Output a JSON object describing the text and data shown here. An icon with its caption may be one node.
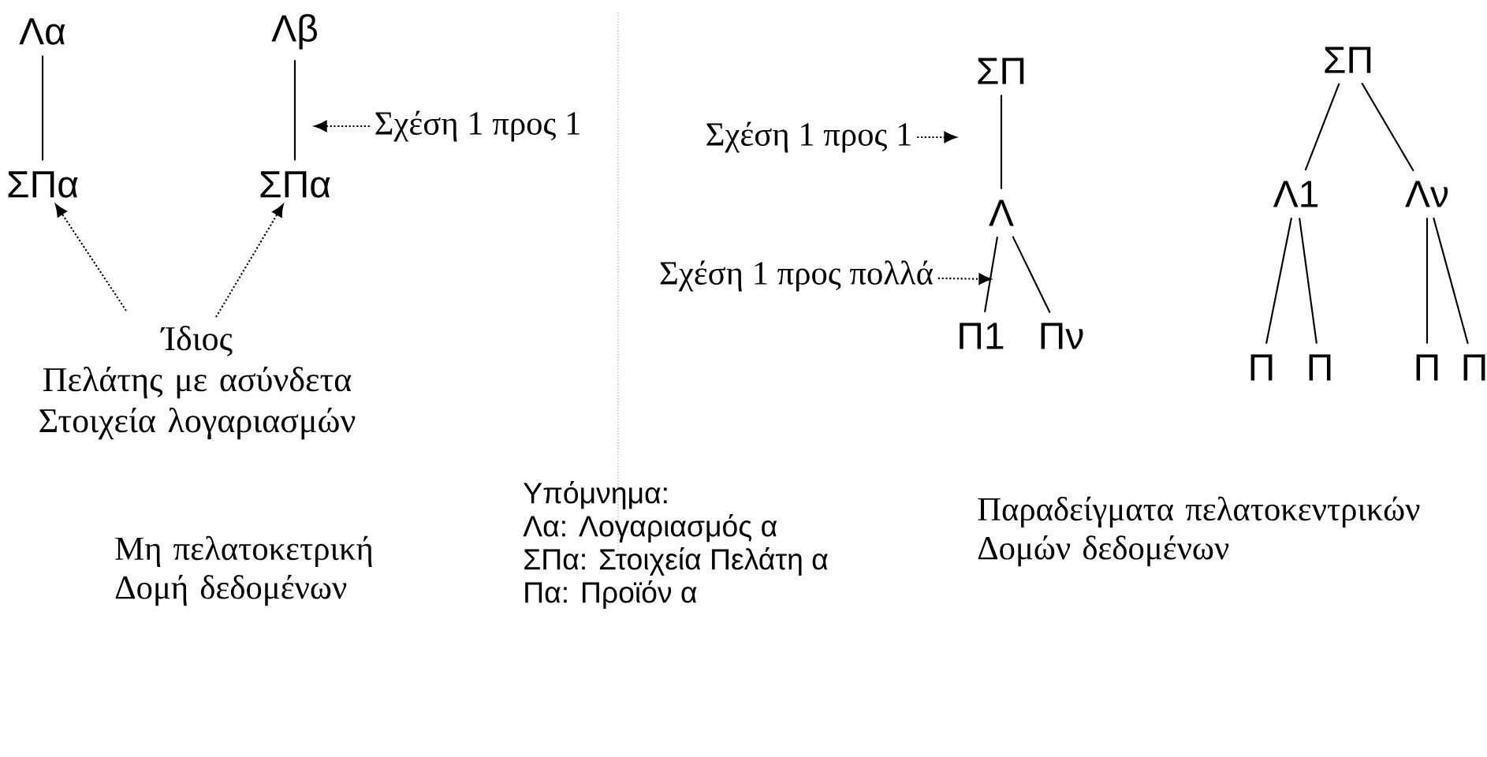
{
  "diagram": {
    "nodes": [
      {
        "text": [
          "Λα"
        ]
      },
      {
        "text": [
          "Λβ"
        ]
      },
      {
        "text": [
          "ΣΠα"
        ]
      },
      {
        "text": [
          "ΣΠα"
        ]
      },
      {
        "text": [
          "Ίδιος",
          "Πελάτης με ασύνδετα Στοιχεία λογαριασμών"
        ]
      },
      {
        "text": [
          "Σχέση 1 προς 1"
        ]
      },
      {
        "text": [
          "ΣΠ"
        ]
      },
      {
        "text": [
          "Λ"
        ]
      },
      {
        "text": [
          "Π1"
        ]
      },
      {
        "text": [
          "Πν"
        ]
      },
      {
        "text": [
          "Σχέση 1 προς 1"
        ]
      },
      {
        "text": [
          "Σχέση 1 προς πολλά"
        ]
      },
      {
        "text": [
          "ΣΠ"
        ]
      },
      {
        "text": [
          "Λ1"
        ]
      },
      {
        "text": [
          "Λν"
        ]
      },
      {
        "text": [
          "Π"
        ]
      },
      {
        "text": [
          "Π"
        ]
      },
      {
        "text": [
          "Π"
        ]
      },
      {
        "text": [
          "Π"
        ]
      }
    ],
    "edges": [
      {
        "from": 0,
        "to": 2,
        "arrow": "none"
      },
      {
        "from": 1,
        "to": 3,
        "arrow": "none"
      },
      {
        "from": 4,
        "to": 2,
        "arrow": "to",
        "style": "dashed"
      },
      {
        "from": 4,
        "to": 3,
        "arrow": "to",
        "style": "dashed"
      },
      {
        "from": 5,
        "to": null,
        "arrow": "to",
        "style": "dashed"
      },
      {
        "from": 6,
        "to": 7,
        "arrow": "none"
      },
      {
        "from": 7,
        "to": 8,
        "arrow": "none"
      },
      {
        "from": 7,
        "to": 9,
        "arrow": "none"
      },
      {
        "from": 10,
        "to": null,
        "arrow": "to",
        "style": "dashed"
      },
      {
        "from": 11,
        "to": null,
        "arrow": "to",
        "style": "dashed"
      },
      {
        "from": 12,
        "to": 13,
        "arrow": "none"
      },
      {
        "from": 12,
        "to": 14,
        "arrow": "none"
      },
      {
        "from": 13,
        "to": 15,
        "arrow": "none"
      },
      {
        "from": 13,
        "to": 16,
        "arrow": "none"
      },
      {
        "from": 14,
        "to": 17,
        "arrow": "none"
      },
      {
        "from": 14,
        "to": 18,
        "arrow": "none"
      }
    ],
    "labels": [
      "Μη πελατοκετρική Δομή δεδομένων",
      "Παραδείγματα πελατοκεντρικών Δομών δεδομένων",
      "Υπόμνημα:",
      "Λα: Λογαριασμός α",
      "ΣΠα: Στοιχεία Πελάτη α",
      "Πα: Προϊόν α"
    ]
  }
}
